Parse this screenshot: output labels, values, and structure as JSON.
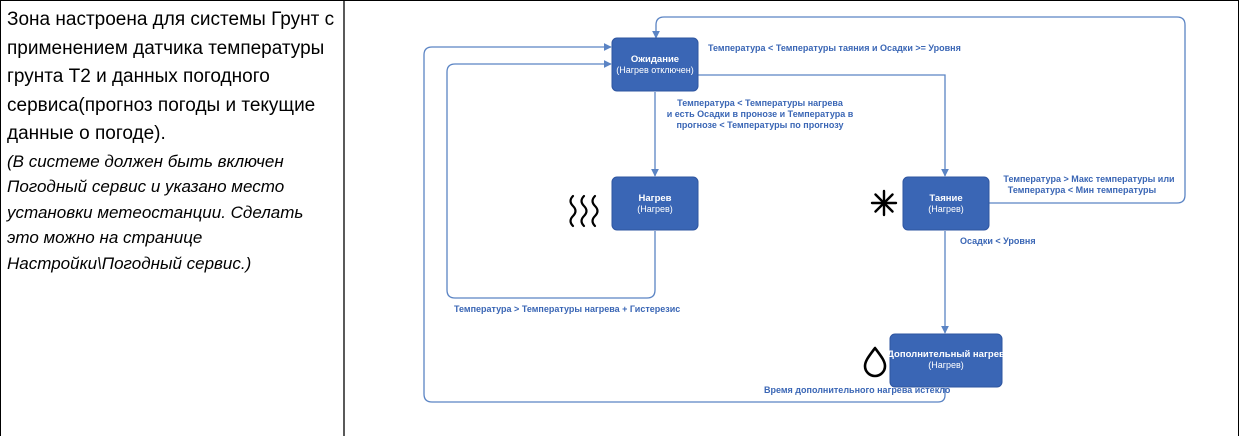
{
  "description": {
    "text": "Зона настроена для системы Грунт с применением датчика температуры грунта Т2 и данных погодного сервиса(прогноз погоды и текущие данные о погоде).",
    "note": "(В системе должен быть включен Погодный сервис и указано место установки метеостанции. Сделать это можно на странице Настройки\\Погодный сервис.)"
  },
  "colors": {
    "node_fill": "#3A66B5",
    "node_stroke": "#2E55A0",
    "edge": "#5B84C4",
    "label": "#3A66B5",
    "border": "#000000"
  },
  "nodes": {
    "waiting": {
      "title": "Ожидание",
      "subtitle": "(Нагрев отключен)"
    },
    "heating": {
      "title": "Нагрев",
      "subtitle": "(Нагрев)",
      "icon": "heat-waves-icon"
    },
    "melting": {
      "title": "Таяние",
      "subtitle": "(Нагрев)",
      "icon": "snowflake-icon"
    },
    "extra_heating": {
      "title": "Дополнительный нагрев",
      "subtitle": "(Нагрев)",
      "icon": "water-drop-icon"
    }
  },
  "edges": {
    "waiting_to_melting": "Температура < Температуры таяния и Осадки >= Уровня",
    "waiting_to_heating": {
      "line1": "Температура < Температуры нагрева",
      "line2": "и есть Осадки в пронозе и Температура в",
      "line3": "прогнозе < Температуры по прогнозу"
    },
    "heating_to_waiting": "Температура > Температуры нагрева + Гистерезис",
    "melting_to_waiting": {
      "line1": "Температура > Макс температуры или",
      "line2": "Температура < Мин температуры"
    },
    "melting_to_extra": "Осадки < Уровня",
    "extra_to_waiting": "Время дополнительного нагрева истекло"
  }
}
